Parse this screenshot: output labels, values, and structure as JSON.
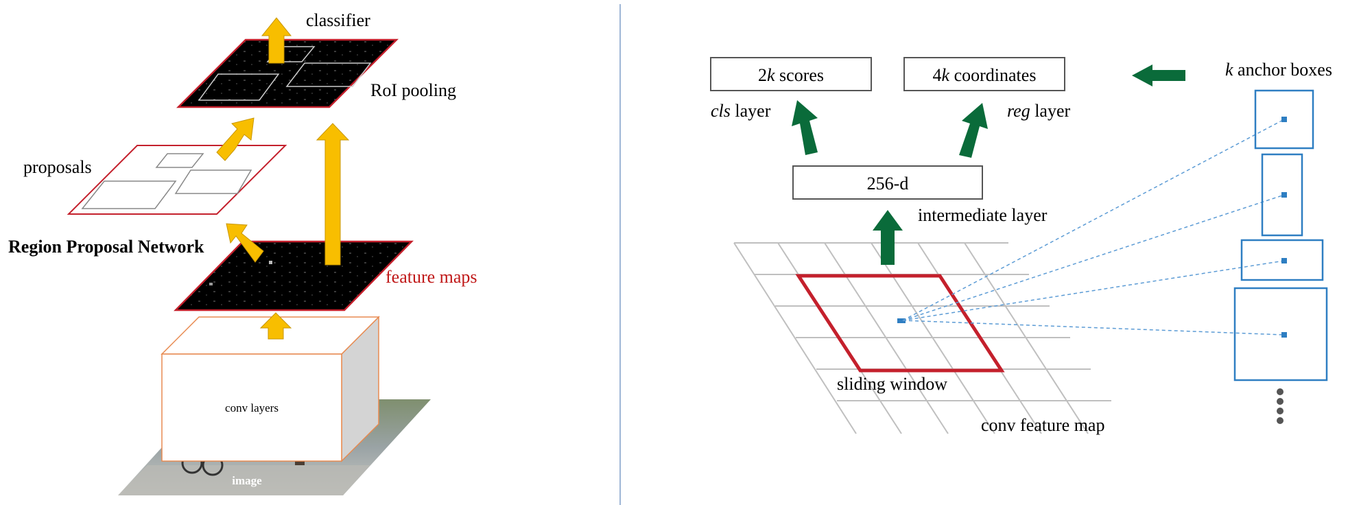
{
  "left": {
    "label_classifier": "classifier",
    "label_roi_pooling": "RoI pooling",
    "label_proposals": "proposals",
    "label_rpn": "Region Proposal Network",
    "label_feature_maps": "feature maps",
    "label_conv_layers": "conv layers",
    "label_image": "image"
  },
  "right": {
    "box_scores": {
      "prefix": "2",
      "italic": "k",
      "suffix": " scores"
    },
    "box_coords": {
      "prefix": "4",
      "italic": "k",
      "suffix": " coordinates"
    },
    "box_256d": "256-d",
    "cls_layer": {
      "italic": "cls",
      "suffix": " layer"
    },
    "reg_layer": {
      "italic": "reg",
      "suffix": " layer"
    },
    "anchor_label": {
      "italic": "k",
      "suffix": " anchor boxes"
    },
    "intermediate_layer": "intermediate layer",
    "sliding_window": "sliding window",
    "conv_feature_map": "conv feature map"
  },
  "colors": {
    "yellow_arrow": "#F8BE00",
    "green_arrow": "#0A6B3A",
    "red_frame": "#C4202C",
    "feature_red_text": "#C01818",
    "anchor_blue": "#2E7EC2",
    "divider": "#9EB6D6",
    "orange_box": "#E88A50"
  }
}
